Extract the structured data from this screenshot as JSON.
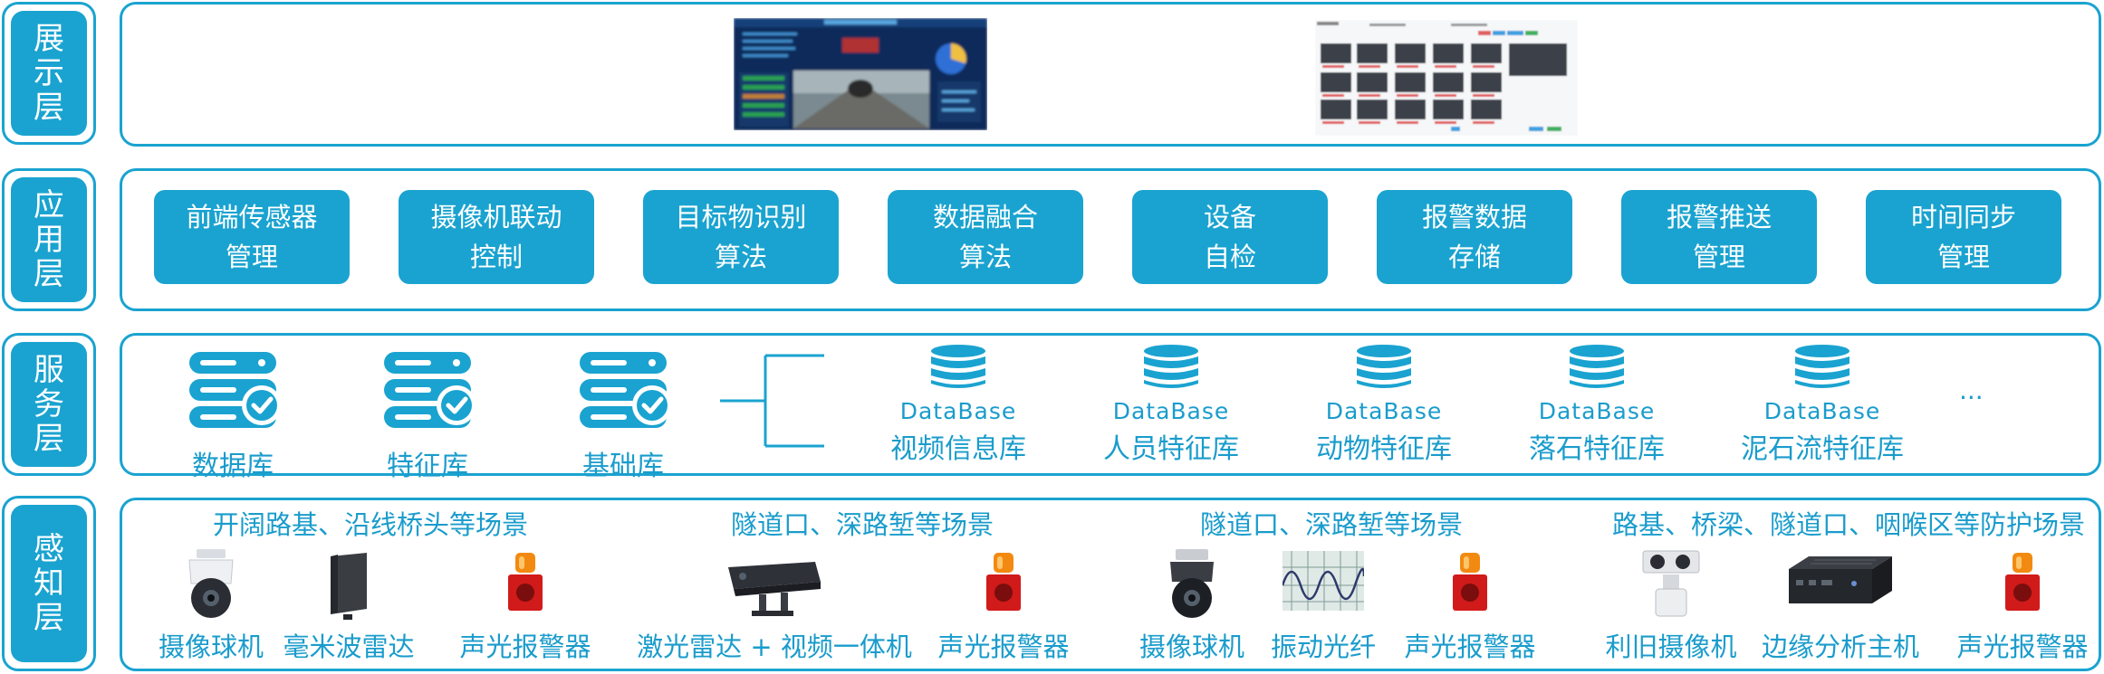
{
  "layers": {
    "display": "展示层",
    "application": "应用层",
    "service": "服务层",
    "perception": "感知层"
  },
  "application_items": [
    {
      "line1": "前端传感器",
      "line2": "管理"
    },
    {
      "line1": "摄像机联动",
      "line2": "控制"
    },
    {
      "line1": "目标物识别",
      "line2": "算法"
    },
    {
      "line1": "数据融合",
      "line2": "算法"
    },
    {
      "line1": "设备",
      "line2": "自检"
    },
    {
      "line1": "报警数据",
      "line2": "存储"
    },
    {
      "line1": "报警推送",
      "line2": "管理"
    },
    {
      "line1": "时间同步",
      "line2": "管理"
    }
  ],
  "service": {
    "servers": [
      "数据库",
      "特征库",
      "基础库"
    ],
    "databases": [
      {
        "type": "DataBase",
        "name": "视频信息库"
      },
      {
        "type": "DataBase",
        "name": "人员特征库"
      },
      {
        "type": "DataBase",
        "name": "动物特征库"
      },
      {
        "type": "DataBase",
        "name": "落石特征库"
      },
      {
        "type": "DataBase",
        "name": "泥石流特征库"
      }
    ],
    "ellipsis": "..."
  },
  "perception": {
    "scenes": [
      "开阔路基、沿线桥头等场景",
      "隧道口、深路堑等场景",
      "隧道口、深路堑等场景",
      "路基、桥梁、隧道口、咽喉区等防护场景"
    ],
    "devices": [
      {
        "label": "摄像球机",
        "icon": "dome-camera-icon"
      },
      {
        "label": "毫米波雷达",
        "icon": "radar-icon"
      },
      {
        "label": "声光报警器",
        "icon": "alarm-icon"
      },
      {
        "label": "激光雷达 + 视频一体机",
        "icon": "lidar-video-icon"
      },
      {
        "label": "声光报警器",
        "icon": "alarm-icon"
      },
      {
        "label": "摄像球机",
        "icon": "dome-camera-icon"
      },
      {
        "label": "振动光纤",
        "icon": "vibration-fiber-icon"
      },
      {
        "label": "声光报警器",
        "icon": "alarm-icon"
      },
      {
        "label": "利旧摄像机",
        "icon": "ptz-camera-icon"
      },
      {
        "label": "边缘分析主机",
        "icon": "edge-host-icon"
      },
      {
        "label": "声光报警器",
        "icon": "alarm-icon"
      }
    ]
  },
  "colors": {
    "accent": "#1aa3d0",
    "text": "#1a9ccc"
  }
}
